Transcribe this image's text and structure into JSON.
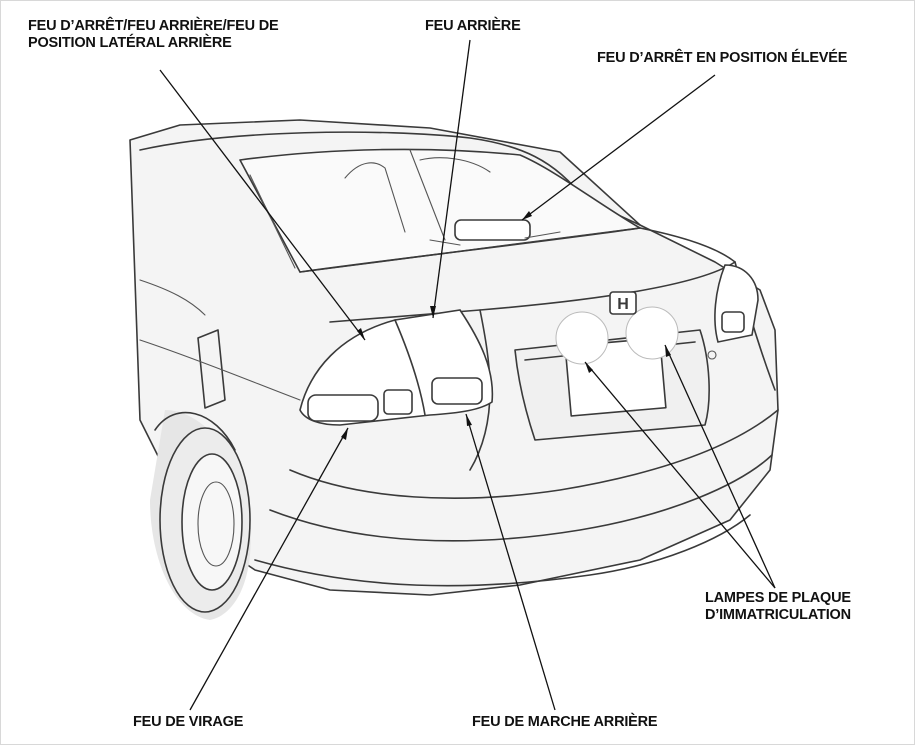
{
  "labels": {
    "stop_tail_side": [
      "FEU D’ARRÊT/FEU ARRIÈRE/FEU DE",
      "POSITION LATÉRAL ARRIÈRE"
    ],
    "tail": "FEU ARRIÈRE",
    "high_mount_stop": "FEU D’ARRÊT EN POSITION ÉLEVÉE",
    "license_plate": [
      "LAMPES DE PLAQUE",
      "D’IMMATRICULATION"
    ],
    "turn_signal": "FEU DE VIRAGE",
    "backup": "FEU DE MARCHE ARRIÈRE"
  },
  "logo_letter": "H",
  "colors": {
    "line": "#3a3a3a",
    "leader": "#111111",
    "background": "#ffffff"
  }
}
